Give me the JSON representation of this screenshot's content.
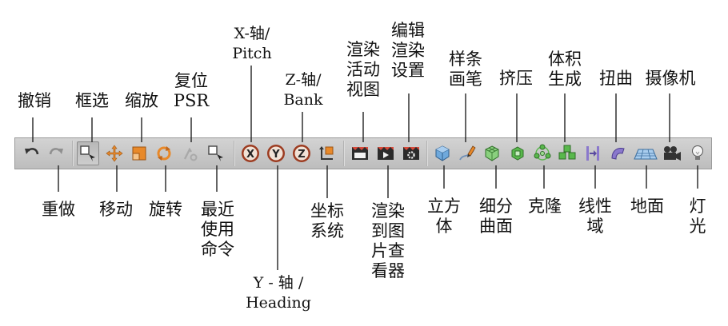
{
  "toolbar": {
    "undo": {
      "icon": "undo-icon"
    },
    "redo": {
      "icon": "redo-icon"
    },
    "live_select": {
      "icon": "live-select-icon"
    },
    "move": {
      "icon": "move-icon"
    },
    "scale": {
      "icon": "scale-icon"
    },
    "rotate": {
      "icon": "rotate-icon"
    },
    "reset_psr": {
      "icon": "reset-psr-icon"
    },
    "recent": {
      "icon": "recent-command-icon"
    },
    "x_axis": {
      "glyph": "X",
      "icon": "x-axis-lock-icon"
    },
    "y_axis": {
      "glyph": "Y",
      "icon": "y-axis-lock-icon"
    },
    "z_axis": {
      "glyph": "Z",
      "icon": "z-axis-lock-icon"
    },
    "coord": {
      "icon": "coordinate-system-icon"
    },
    "render_view": {
      "icon": "render-active-view-icon"
    },
    "render_pic": {
      "icon": "render-to-picture-viewer-icon"
    },
    "render_set": {
      "icon": "edit-render-settings-icon"
    },
    "cube": {
      "icon": "cube-icon"
    },
    "pen": {
      "icon": "spline-pen-icon"
    },
    "subdiv": {
      "icon": "subdivision-surface-icon"
    },
    "extrude": {
      "icon": "extrude-icon"
    },
    "cloner": {
      "icon": "cloner-icon"
    },
    "volume": {
      "icon": "volume-builder-icon"
    },
    "linear": {
      "icon": "linear-field-icon"
    },
    "bend": {
      "icon": "bend-icon"
    },
    "floor": {
      "icon": "floor-icon"
    },
    "camera": {
      "icon": "camera-icon"
    },
    "light": {
      "icon": "light-icon"
    }
  },
  "labels": {
    "undo": "撤销",
    "redo": "重做",
    "live_select": "框选",
    "move": "移动",
    "scale": "缩放",
    "rotate": "旋转",
    "reset_psr": "复位\nPSR",
    "recent": "最近\n使用\n命令",
    "x_axis": "X-轴/\nPitch",
    "y_axis": "Y - 轴 /\nHeading",
    "z_axis": "Z-轴/\nBank",
    "coord": "坐标\n系统",
    "render_view": "渲染\n活动\n视图",
    "render_pic": "渲染\n到图\n片查\n看器",
    "render_set": "编辑\n渲染\n设置",
    "cube": "立方\n体",
    "pen": "样条\n画笔",
    "subdiv": "细分\n曲面",
    "extrude": "挤压",
    "cloner": "克隆",
    "volume": "体积\n生成",
    "linear": "线性\n域",
    "bend": "扭曲",
    "floor": "地面",
    "camera": "摄像机",
    "light": "灯\n光"
  },
  "colors": {
    "toolbar_bg": "#c8c8c8",
    "move_orange": "#e8892a",
    "cube_blue": "#6fa9dc",
    "generator_green": "#59b84c",
    "deformer_purple": "#8a78cc",
    "axis_ring": "#9c3b20"
  }
}
